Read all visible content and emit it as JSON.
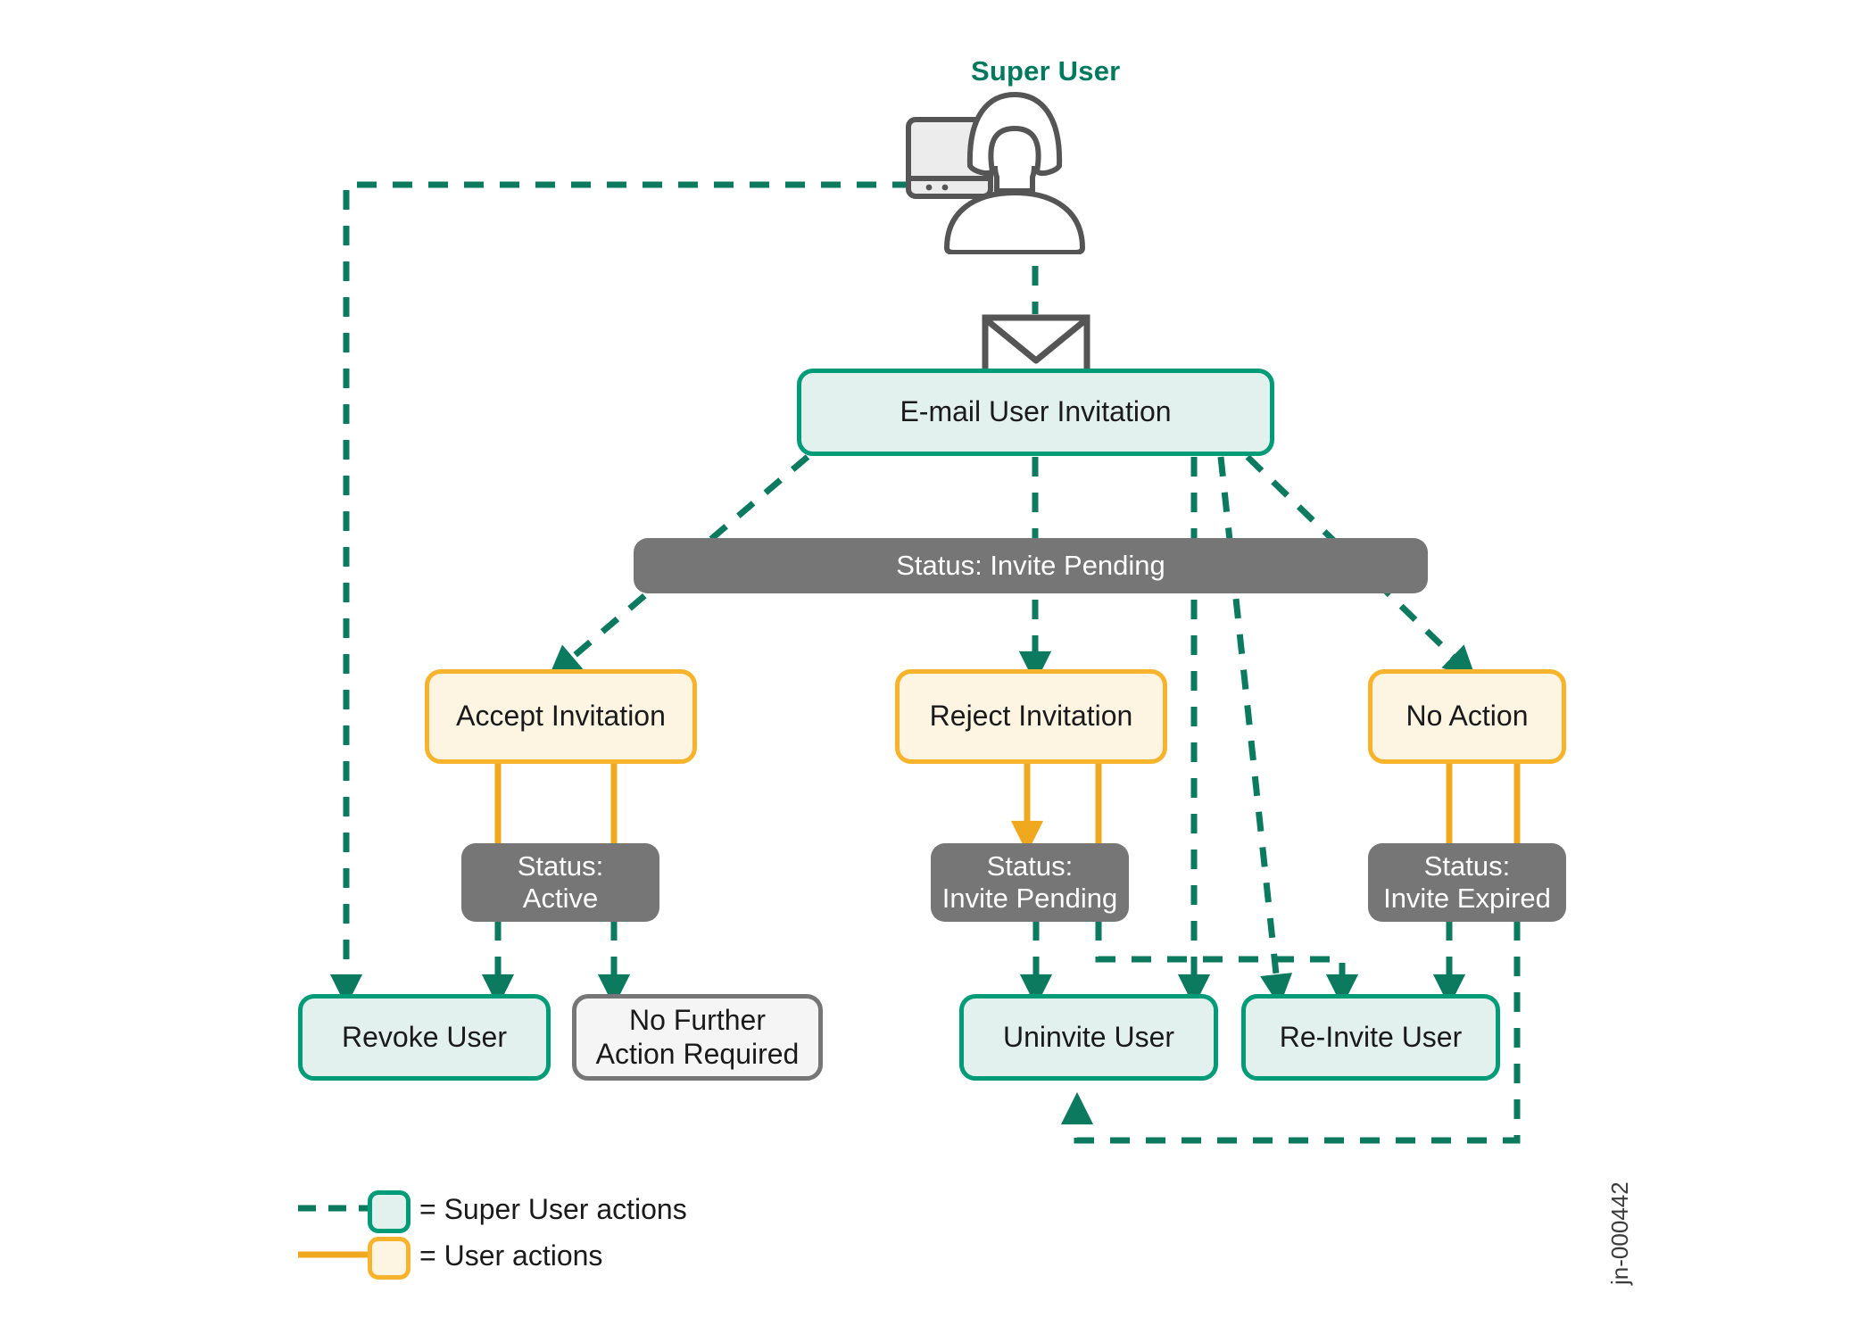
{
  "diagram": {
    "figure_reference": "jn-000442",
    "actor_label": "Super User",
    "colors": {
      "super_user_green": "#009b77",
      "super_user_green_text": "#007a5e",
      "super_user_fill": "#e2f1ed",
      "user_yellow": "#f7b32b",
      "user_fill": "#fdf4e2",
      "status_gray": "#767676",
      "neutral_outline": "#767676",
      "icon_outline": "#555555"
    },
    "icons": {
      "actor": "person-with-monitor-icon",
      "email": "envelope-icon"
    },
    "nodes": [
      {
        "id": "email_invitation",
        "label": "E-mail User Invitation",
        "type": "super-user-action"
      },
      {
        "id": "status_invite_pending_main",
        "label": "Status: Invite Pending",
        "type": "status"
      },
      {
        "id": "accept_invitation",
        "label": "Accept Invitation",
        "type": "user-action"
      },
      {
        "id": "reject_invitation",
        "label": "Reject Invitation",
        "type": "user-action"
      },
      {
        "id": "no_action",
        "label": "No Action",
        "type": "user-action"
      },
      {
        "id": "status_active",
        "label": "Status:\nActive",
        "line1": "Status:",
        "line2": "Active",
        "type": "status"
      },
      {
        "id": "status_invite_pending_reject",
        "label": "Status:\nInvite Pending",
        "line1": "Status:",
        "line2": "Invite Pending",
        "type": "status"
      },
      {
        "id": "status_invite_expired",
        "label": "Status:\nInvite Expired",
        "line1": "Status:",
        "line2": "Invite Expired",
        "type": "status"
      },
      {
        "id": "revoke_user",
        "label": "Revoke User",
        "type": "super-user-action"
      },
      {
        "id": "no_further_action",
        "label": "No Further\nAction Required",
        "line1": "No Further",
        "line2": "Action Required",
        "type": "terminal"
      },
      {
        "id": "uninvite_user",
        "label": "Uninvite User",
        "type": "super-user-action"
      },
      {
        "id": "re_invite_user",
        "label": "Re-Invite User",
        "type": "super-user-action"
      }
    ],
    "legend": [
      {
        "line_style": "dashed",
        "line_color": "#009b77",
        "swatch": "green",
        "text": "= Super User actions"
      },
      {
        "line_style": "solid",
        "line_color": "#f7b32b",
        "swatch": "yellow",
        "text": "= User actions"
      }
    ]
  }
}
